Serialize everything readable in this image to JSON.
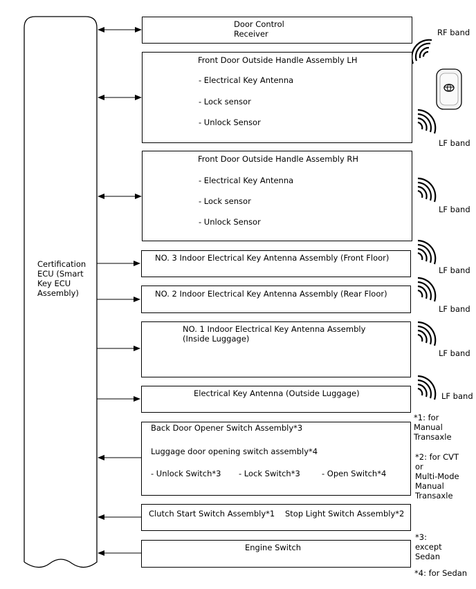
{
  "ecu": {
    "label_lines": [
      "Certification",
      "ECU (Smart",
      "Key ECU",
      "Assembly)"
    ]
  },
  "receiver": {
    "lines": [
      "Door Control",
      "Receiver"
    ]
  },
  "lh": {
    "title": "Front Door Outside Handle Assembly LH",
    "items": [
      "- Electrical Key Antenna",
      "- Lock sensor",
      "- Unlock Sensor"
    ]
  },
  "rh": {
    "title": "Front Door Outside Handle Assembly RH",
    "items": [
      "- Electrical Key Antenna",
      "- Lock sensor",
      "- Unlock Sensor"
    ]
  },
  "no3": {
    "label": "NO. 3 Indoor Electrical Key Antenna Assembly (Front Floor)"
  },
  "no2": {
    "label": "NO. 2 Indoor Electrical Key Antenna Assembly (Rear Floor)"
  },
  "no1": {
    "lines": [
      "NO. 1 Indoor Electrical Key Antenna Assembly",
      "(Inside Luggage)"
    ]
  },
  "outside": {
    "label": "Electrical Key Antenna (Outside Luggage)"
  },
  "backdoor": {
    "line1": "Back Door Opener Switch Assembly*3",
    "line2": "Luggage door opening switch assembly*4",
    "unlock": "- Unlock Switch*3",
    "lock": "- Lock Switch*3",
    "open": "- Open Switch*4"
  },
  "clutch": {
    "label": "Clutch Start Switch Assembly*1"
  },
  "stoplight": {
    "label": "Stop Light Switch Assembly*2"
  },
  "engine": {
    "label": "Engine Switch"
  },
  "bands": {
    "rf": "RF band",
    "lf_lh": "LF band",
    "lf_rh": "LF band",
    "lf_no3": "LF band",
    "lf_no2": "LF band",
    "lf_no1": "LF band",
    "lf_outside": "LF band"
  },
  "notes": {
    "n1": [
      "*1: for",
      "Manual",
      "Transaxle"
    ],
    "n2": [
      "*2: for CVT",
      "or",
      "Multi-Mode",
      "Manual",
      "Transaxle"
    ],
    "n3": [
      "*3:",
      "except",
      "Sedan"
    ],
    "n4": [
      "*4: for Sedan"
    ]
  },
  "icons": {
    "key_fob": "smart-key-fob-icon",
    "wave": "radio-wave-icon"
  }
}
